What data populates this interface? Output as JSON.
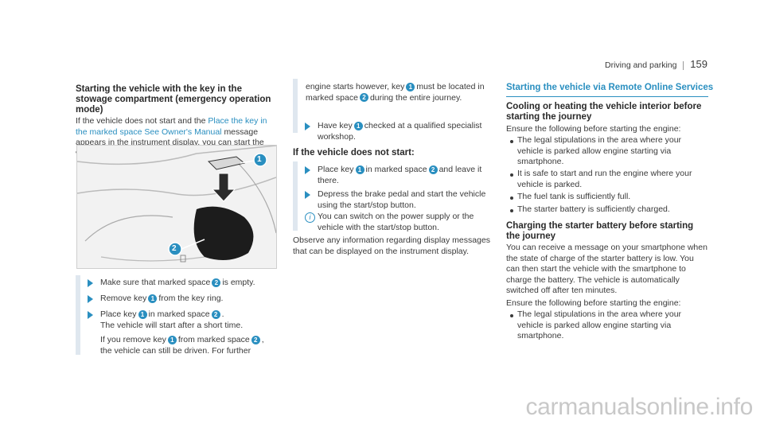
{
  "header": {
    "section": "Driving and parking",
    "page": "159"
  },
  "left": {
    "heading": "Starting the vehicle with the key in the stowage compartment (emergency operation mode)",
    "para_1": "If the vehicle does not start and the",
    "para_link": "Place the key in the marked space See Owner's Manual",
    "para_2": "message appears in the instrument display, you can start the vehicle in emergency operation mode.",
    "figure": {
      "callout_1": "1",
      "callout_2": "2"
    },
    "steps": [
      {
        "pre": "Make sure that marked space",
        "num": "2",
        "post": "is empty."
      },
      {
        "pre": "Remove key",
        "num": "1",
        "post": "from the key ring."
      },
      {
        "pre": "Place key",
        "num": "1",
        "post": "in marked space"
      }
    ],
    "step3_num2": "2",
    "step3_tail": ".",
    "result_1": "The vehicle will start after a short time.",
    "note_pre": "If you remove key",
    "note_num1": "1",
    "note_mid": "from marked space",
    "note_num2": "2",
    "note_post": ", the vehicle can still be driven. For further"
  },
  "middle": {
    "cont_pre": "engine starts however, key",
    "cont_num1": "1",
    "cont_mid": "must be located in marked space",
    "cont_num2": "2",
    "cont_post": "during the entire journey.",
    "step_have_pre": "Have key",
    "step_have_num": "1",
    "step_have_post": "checked at a qualified specialist workshop.",
    "heading": "If the vehicle does not start:",
    "step_place_pre": "Place key",
    "step_place_num1": "1",
    "step_place_mid": "in marked space",
    "step_place_num2": "2",
    "step_place_post": "and leave it there.",
    "step_depress": "Depress the brake pedal and start the vehicle using the start/stop button.",
    "info": "You can switch on the power supply or the vehicle with the start/stop button.",
    "observe": "Observe any information regarding display messages that can be displayed on the instrument display."
  },
  "right": {
    "title": "Starting the vehicle via Remote Online Services",
    "heading_1": "Cooling or heating the vehicle interior before starting the journey",
    "ensure_1": "Ensure the following before starting the engine:",
    "bullets_1": [
      "The legal stipulations in the area where your vehicle is parked allow engine starting via smartphone.",
      "It is safe to start and run the engine where your vehicle is parked.",
      "The fuel tank is sufficiently full.",
      "The starter battery is sufficiently charged."
    ],
    "heading_2": "Charging the starter battery before starting the journey",
    "para": "You can receive a message on your smartphone when the state of charge of the starter battery is low. You can then start the vehicle with the smartphone to charge the battery. The vehicle is automatically switched off after ten minutes.",
    "ensure_2": "Ensure the following before starting the engine:",
    "bullets_2": [
      "The legal stipulations in the area where your vehicle is parked allow engine starting via smartphone."
    ]
  },
  "footer": {
    "watermark": "carmanualsonline.info"
  },
  "colors": {
    "accent": "#2a8fc0",
    "bar": "#dfe7ef"
  }
}
